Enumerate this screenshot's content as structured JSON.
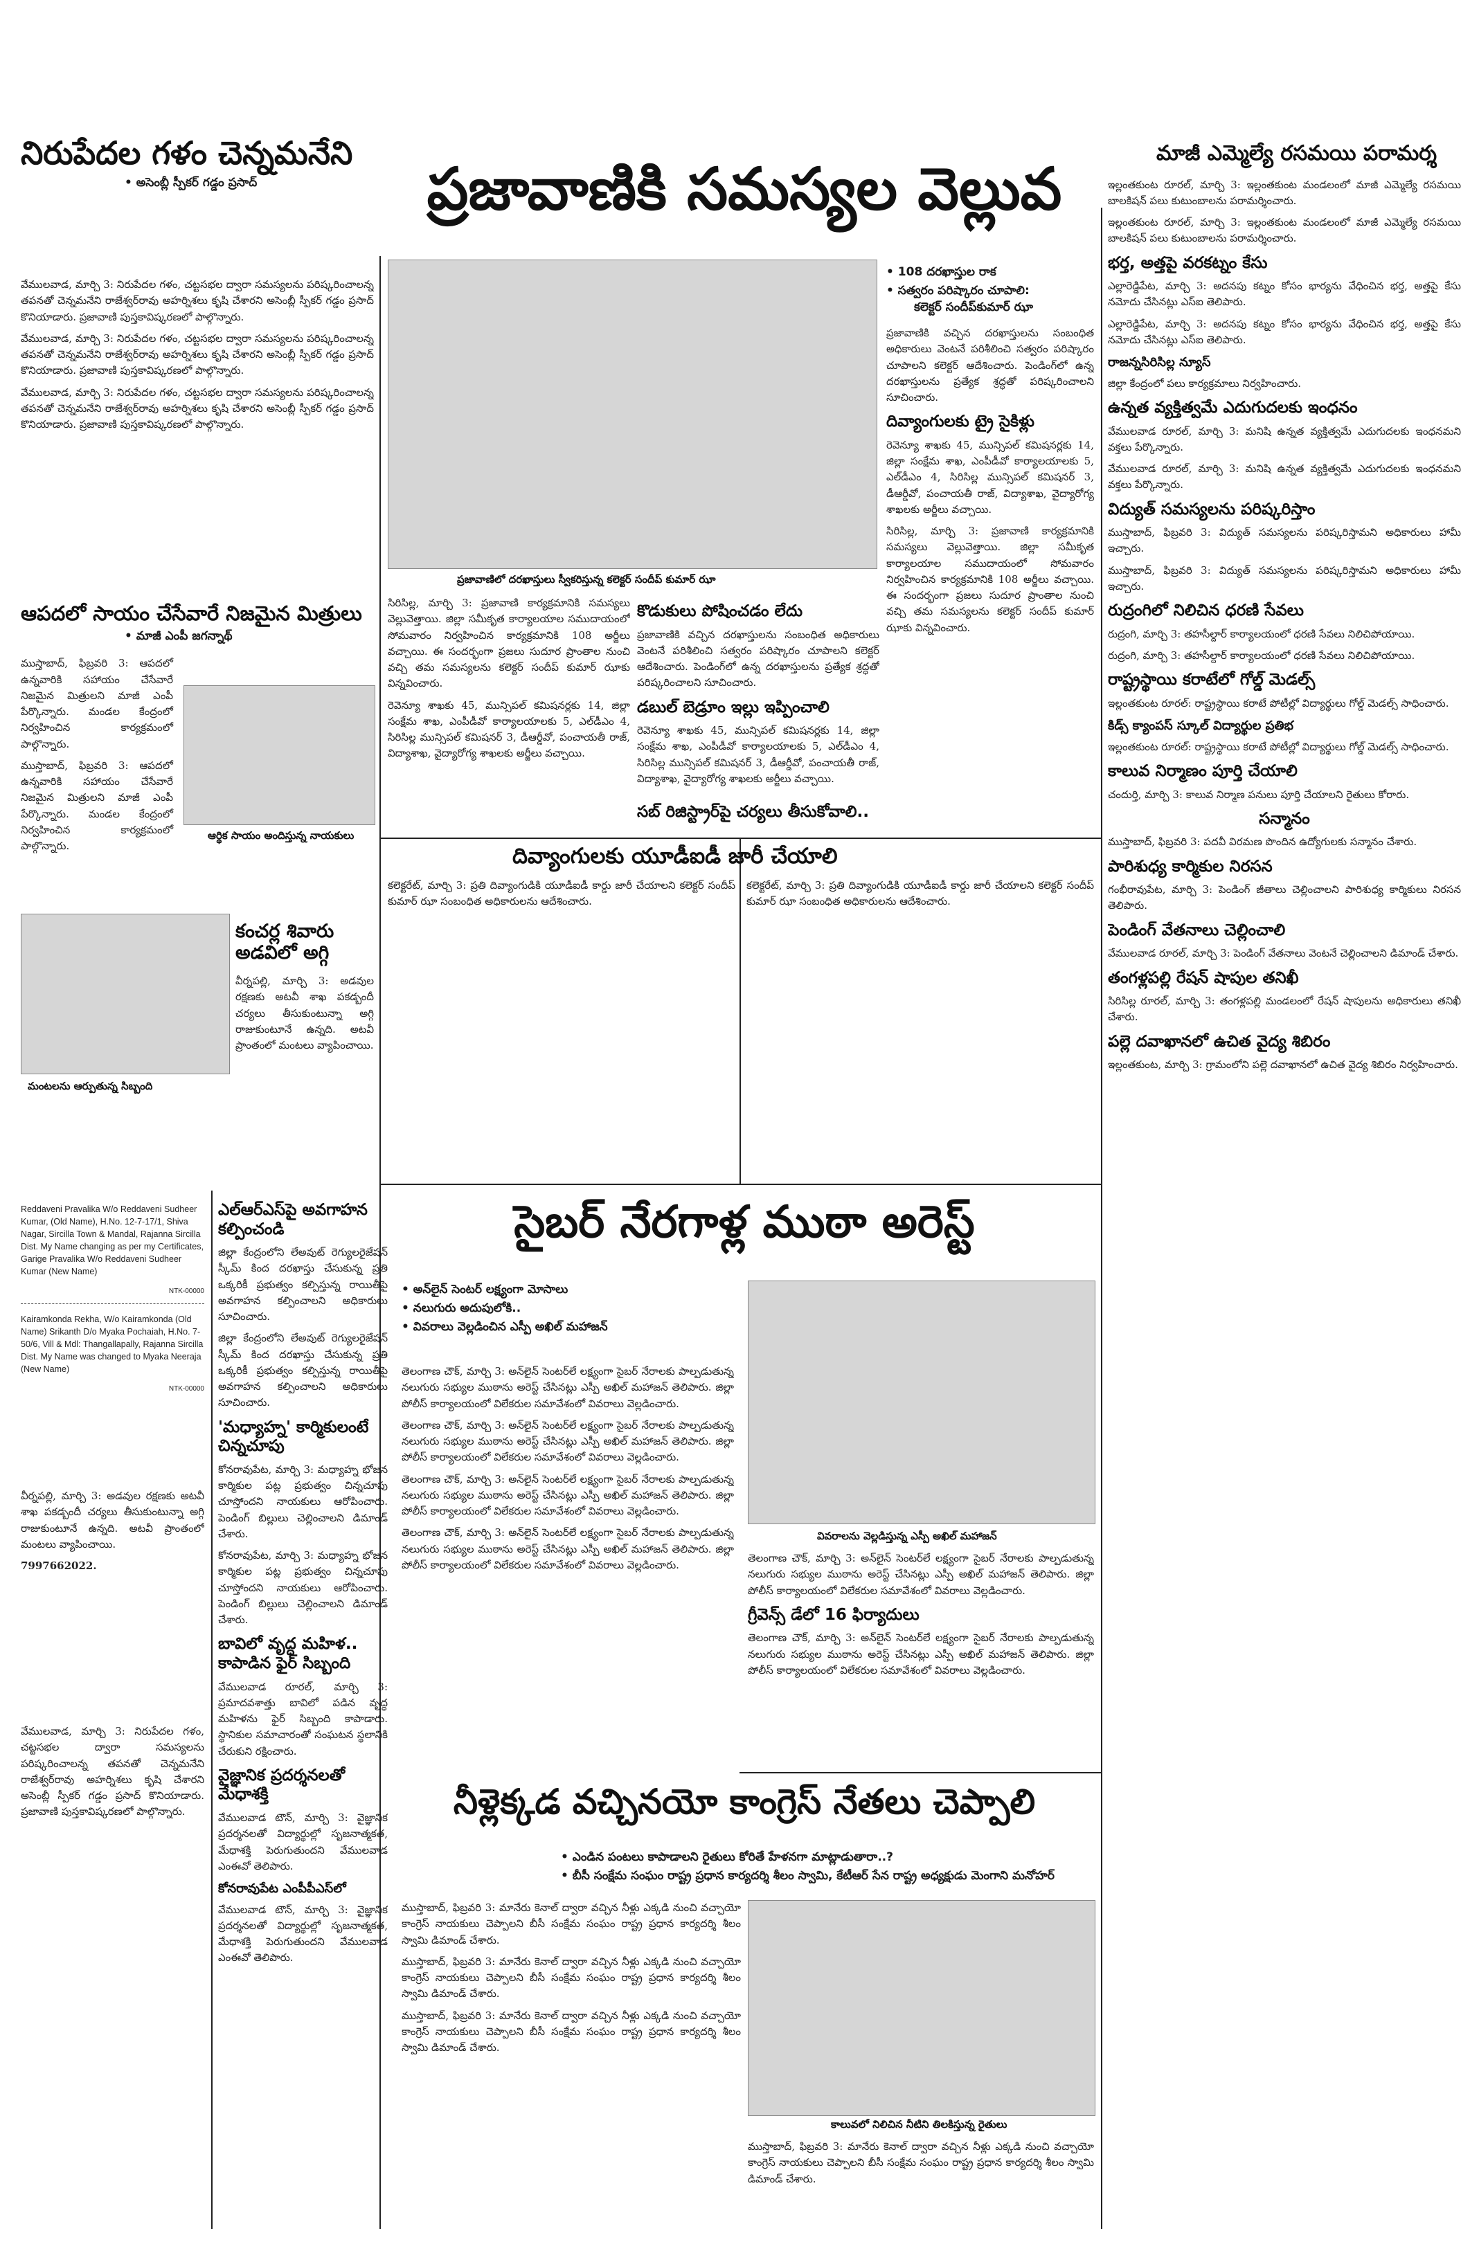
{
  "lead": {
    "headline": "ప్రజావాణికి సమస్యల వెల్లువ",
    "bullets": [
      "108 దరఖాస్తుల రాక",
      "సత్వరం పరిష్కారం చూపాలి:",
      "కలెక్టర్ సందీప్‌కుమార్ ఝా"
    ],
    "photo_caption": "ప్రజావాణిలో దరఖాస్తులు స్వీకరిస్తున్న కలెక్టర్ సందీప్ కుమార్ ఝా",
    "body": [
      "సిరిసిల్ల, మార్చి 3: ప్రజావాణి కార్యక్రమానికి సమస్యలు వెల్లువెత్తాయి. జిల్లా సమీకృత కార్యాలయాల సముదాయంలో సోమవారం నిర్వహించిన కార్యక్రమానికి 108 అర్జీలు వచ్చాయి. ఈ సందర్భంగా ప్రజలు సుదూర ప్రాంతాల నుంచి వచ్చి తమ సమస్యలను కలెక్టర్ సందీప్ కుమార్ ఝాకు విన్నవించారు.",
      "రెవెన్యూ శాఖకు 45, మున్సిపల్ కమిషనర్లకు 14, జిల్లా సంక్షేమ శాఖ, ఎంపీడీవో కార్యాలయాలకు 5, ఎల్‌డీఎం 4, సిరిసిల్ల మున్సిపల్ కమిషనర్ 3, డీఆర్డీవో, పంచాయతీ రాజ్, విద్యాశాఖ, వైద్యారోగ్య శాఖలకు అర్జీలు వచ్చాయి.",
      "ప్రజావాణికి వచ్చిన దరఖాస్తులను సంబంధిత అధికారులు వెంటనే పరిశీలించి సత్వరం పరిష్కారం చూపాలని కలెక్టర్ ఆదేశించారు. పెండింగ్‌లో ఉన్న దరఖాస్తులను ప్రత్యేక శ్రద్ధతో పరిష్కరించాలని సూచించారు."
    ],
    "sub_heads": [
      "కొడుకులు పోషించడం లేదు",
      "డబుల్ బెడ్రూం ఇల్లు ఇప్పించాలి",
      "దివ్యాంగులకు ట్రై సైకిళ్లు",
      "సబ్ రిజిస్ట్రార్‌పై చర్యలు తీసుకోవాలి.."
    ]
  },
  "left": {
    "headline": "నిరుపేదల గళం చెన్నమనేని",
    "byline": "• అసెంబ్లీ స్పీకర్ గడ్డం ప్రసాద్",
    "body": "వేములవాడ, మార్చి 3: నిరుపేదల గళం, చట్టసభల ద్వారా సమస్యలను పరిష్కరించాలన్న తపనతో చెన్నమనేని రాజేశ్వర్‌రావు అహర్నిశలు కృషి చేశారని అసెంబ్లీ స్పీకర్ గడ్డం ప్రసాద్ కొనియాడారు. ప్రజావాణి పుస్తకావిష్కరణలో పాల్గొన్నారు.",
    "story2": {
      "headline": "ఆపదలో సాయం చేసేవారే నిజమైన మిత్రులు",
      "byline": "• మాజీ ఎంపీ జగన్నాథ్",
      "body": "ముస్తాబాద్, ఫిబ్రవరి 3: ఆపదలో ఉన్నవారికి సహాయం చేసేవారే నిజమైన మిత్రులని మాజీ ఎంపీ పేర్కొన్నారు. మండల కేంద్రంలో నిర్వహించిన కార్యక్రమంలో పాల్గొన్నారు.",
      "caption": "ఆర్థిక సాయం అందిస్తున్న నాయకులు"
    },
    "story3": {
      "headline": "కంచర్ల శివారు అడవిలో అగ్గి",
      "body": "వీర్నపల్లి, మార్చి 3: అడవుల రక్షణకు అటవీ శాఖ పకడ్బందీ చర్యలు తీసుకుంటున్నా అగ్గి రాజుకుంటూనే ఉన్నది. అటవీ ప్రాంతంలో మంటలు వ్యాపించాయి.",
      "caption": "మంటలను ఆర్పుతున్న సిబ్బంది"
    },
    "notices": [
      "Reddaveni Pravalika W/o Reddaveni Sudheer Kumar, (Old Name), H.No. 12-7-17/1, Shiva Nagar, Sircilla Town & Mandal, Rajanna Sircilla Dist. My Name changing as per my Certificates, Garige Pravalika W/o Reddaveni Sudheer Kumar (New Name)",
      "Kairamkonda Rekha, W/o Kairamkonda (Old Name) Srikanth D/o Myaka Pochaiah, H.No. 7-50/6, Vill & Mdl: Thangallapally, Rajanna Sircilla Dist. My Name was changed to Myaka Neeraja (New Name)"
    ],
    "notice_code": "NTK-00000",
    "phone": "7997662022."
  },
  "center_col": {
    "story1": {
      "headline": "ఎల్ఆర్ఎస్‌పై అవగాహన కల్పించండి",
      "body": "జిల్లా కేంద్రంలోని లేఅవుట్ రెగ్యులరైజేషన్ స్కీమ్ కింద దరఖాస్తు చేసుకున్న ప్రతి ఒక్కరికీ ప్రభుత్వం కల్పిస్తున్న రాయితీపై అవగాహన కల్పించాలని అధికారులు సూచించారు."
    },
    "story2": {
      "headline": "'మధ్యాహ్న' కార్మికులంటే చిన్నచూపు",
      "body": "కోనరావుపేట, మార్చి 3: మధ్యాహ్న భోజన కార్మికుల పట్ల ప్రభుత్వం చిన్నచూపు చూస్తోందని నాయకులు ఆరోపించారు. పెండింగ్ బిల్లులు చెల్లించాలని డిమాండ్ చేశారు."
    },
    "story3": {
      "headline": "బావిలో వృద్ధ మహిళ.. కాపాడిన ఫైర్ సిబ్బంది",
      "body": "వేములవాడ రూరల్, మార్చి 3: ప్రమాదవశాత్తు బావిలో పడిన వృద్ధ మహిళను ఫైర్ సిబ్బంది కాపాడారు. స్థానికుల సమాచారంతో సంఘటన స్థలానికి చేరుకుని రక్షించారు."
    },
    "story4": {
      "headline": "వైజ్ఞానిక ప్రదర్శనలతో మేధాశక్తి",
      "body": "వేములవాడ టౌన్, మార్చి 3: వైజ్ఞానిక ప్రదర్శనలతో విద్యార్థుల్లో సృజనాత్మకత, మేధాశక్తి పెరుగుతుందని వేములవాడ ఎంఈవో తెలిపారు.",
      "sub": "కోనరావుపేట ఎంపీపీఎస్‌లో"
    },
    "divyang": {
      "headline": "దివ్యాంగులకు యూడీఐడీ జారీ చేయాలి",
      "body": "కలెక్టరేట్, మార్చి 3: ప్రతి దివ్యాంగుడికి యూడీఐడీ కార్డు జారీ చేయాలని కలెక్టర్ సందీప్ కుమార్ ఝా సంబంధిత అధికారులను ఆదేశించారు."
    }
  },
  "cyber": {
    "headline": "సైబర్ నేరగాళ్ల ముఠా అరెస్ట్",
    "bullets": [
      "అన్‌లైన్ సెంటర్‌ లక్ష్యంగా మోసాలు",
      "నలుగురు అదుపులోకి..",
      "వివరాలు వెల్లడించిన ఎస్పీ అఖిల్ మహాజన్"
    ],
    "caption": "వివరాలను వెల్లడిస్తున్న ఎస్పీ అఖిల్ మహాజన్",
    "sub": "గ్రీవెన్స్ డేలో 16 ఫిర్యాదులు",
    "body": "తెలంగాణ చౌక్, మార్చి 3: అన్‌లైన్ సెంటర్‌లే లక్ష్యంగా సైబర్ నేరాలకు పాల్పడుతున్న నలుగురు సభ్యుల ముఠాను అరెస్ట్ చేసినట్లు ఎస్పీ అఖిల్ మహాజన్ తెలిపారు. జిల్లా పోలీస్ కార్యాలయంలో విలేకరుల సమావేశంలో వివరాలు వెల్లడించారు."
  },
  "congress": {
    "headline": "నీళ్లెక్కడ వచ్చినయో కాంగ్రెస్ నేతలు చెప్పాలి",
    "bullets": [
      "ఎండిన పంటలు కాపాడాలని రైతులు కోరితే హేళనగా మాట్లాడుతారా..?",
      "బీసీ సంక్షేమ సంఘం రాష్ట్ర ప్రధాన కార్యదర్శి శీలం స్వామి, కేటీఆర్ సేన రాష్ట్ర అధ్యక్షుడు మెంగాని మనోహర్"
    ],
    "caption": "కాలువలో నిలిచిన నీటిని తిలకిస్తున్న రైతులు",
    "body": "ముస్తాబాద్, ఫిబ్రవరి 3: మానేరు కెనాల్ ద్వారా వచ్చిన నీళ్లు ఎక్కడి నుంచి వచ్చాయో కాంగ్రెస్ నాయకులు చెప్పాలని బీసీ సంక్షేమ సంఘం రాష్ట్ర ప్రధాన కార్యదర్శి శీలం స్వామి డిమాండ్ చేశారు."
  },
  "right": {
    "headline": "మాజీ ఎమ్మెల్యే రసమయి పరామర్శ",
    "body": "ఇల్లంతకుంట రూరల్, మార్చి 3: ఇల్లంతకుంట మండలంలో మాజీ ఎమ్మెల్యే రసమయి బాలకిషన్ పలు కుటుంబాలను పరామర్శించారు.",
    "stories": [
      {
        "headline": "భర్త, అత్తపై వరకట్నం కేసు",
        "body": "ఎల్లారెడ్డిపేట, మార్చి 3: అదనపు కట్నం కోసం భార్యను వేధించిన భర్త, అత్తపై కేసు నమోదు చేసినట్లు ఎస్ఐ తెలిపారు."
      },
      {
        "headline": "రాజన్నసిరిసిల్ల న్యూస్",
        "body": "జిల్లా కేంద్రంలో పలు కార్యక్రమాలు నిర్వహించారు."
      },
      {
        "headline": "ఉన్నత వ్యక్తిత్వమే ఎదుగుదలకు ఇంధనం",
        "body": "వేములవాడ రూరల్, మార్చి 3: మనిషి ఉన్నత వ్యక్తిత్వమే ఎదుగుదలకు ఇంధనమని వక్తలు పేర్కొన్నారు."
      },
      {
        "headline": "విద్యుత్ సమస్యలను పరిష్కరిస్తాం",
        "body": "ముస్తాబాద్, ఫిబ్రవరి 3: విద్యుత్ సమస్యలను పరిష్కరిస్తామని అధికారులు హామీ ఇచ్చారు."
      },
      {
        "headline": "రుద్రంగిలో నిలిచిన ధరణి సేవలు",
        "body": "రుద్రంగి, మార్చి 3: తహసీల్దార్ కార్యాలయంలో ధరణి సేవలు నిలిచిపోయాయి."
      },
      {
        "headline": "రాష్ట్రస్థాయి కరాటేలో గోల్డ్ మెడల్స్",
        "body": "ఇల్లంతకుంట రూరల్: రాష్ట్రస్థాయి కరాటే పోటీల్లో విద్యార్థులు గోల్డ్ మెడల్స్ సాధించారు."
      },
      {
        "headline": "కిడ్స్ క్యాంపస్ స్కూల్ విద్యార్థుల ప్రతిభ",
        "body": ""
      },
      {
        "headline": "కాలువ నిర్మాణం పూర్తి చేయాలి",
        "body": "చందుర్తి, మార్చి 3: కాలువ నిర్మాణ పనులు పూర్తి చేయాలని రైతులు కోరారు."
      },
      {
        "headline": "సన్మానం",
        "body": "ముస్తాబాద్, ఫిబ్రవరి 3: పదవీ విరమణ పొందిన ఉద్యోగులకు సన్మానం చేశారు."
      },
      {
        "headline": "పారిశుధ్య కార్మికుల నిరసన",
        "body": "గంభీరావుపేట, మార్చి 3: పెండింగ్ జీతాలు చెల్లించాలని పారిశుధ్య కార్మికులు నిరసన తెలిపారు."
      },
      {
        "headline": "పెండింగ్ వేతనాలు చెల్లించాలి",
        "body": "వేములవాడ రూరల్, మార్చి 3: పెండింగ్ వేతనాలు వెంటనే చెల్లించాలని డిమాండ్ చేశారు."
      },
      {
        "headline": "తంగళ్లపల్లి రేషన్ షాపుల తనిఖీ",
        "body": "సిరిసిల్ల రూరల్, మార్చి 3: తంగళ్లపల్లి మండలంలో రేషన్ షాపులను అధికారులు తనిఖీ చేశారు."
      },
      {
        "headline": "పల్లె దవాఖానలో ఉచిత వైద్య శిబిరం",
        "body": "ఇల్లంతకుంట, మార్చి 3: గ్రామంలోని పల్లె దవాఖానలో ఉచిత వైద్య శిబిరం నిర్వహించారు."
      }
    ]
  }
}
